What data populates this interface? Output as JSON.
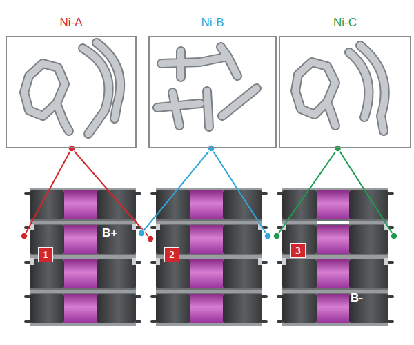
{
  "diagram": {
    "nodes": [
      {
        "text": [
          "Ni-A"
        ]
      },
      {
        "text": [
          "Ni-B"
        ]
      },
      {
        "text": [
          "Ni-C"
        ]
      },
      {
        "text": [
          "1",
          "B+"
        ]
      },
      {
        "text": [
          "2"
        ]
      },
      {
        "text": [
          "3",
          "B-"
        ]
      }
    ],
    "edges": [
      {
        "from": 0,
        "to": 3,
        "arrow": "none"
      },
      {
        "from": 0,
        "to": 4,
        "arrow": "none"
      },
      {
        "from": 1,
        "to": 3,
        "arrow": "none"
      },
      {
        "from": 1,
        "to": 4,
        "arrow": "none"
      },
      {
        "from": 2,
        "to": 5,
        "arrow": "none"
      },
      {
        "from": 2,
        "to": 5,
        "arrow": "none"
      }
    ]
  }
}
